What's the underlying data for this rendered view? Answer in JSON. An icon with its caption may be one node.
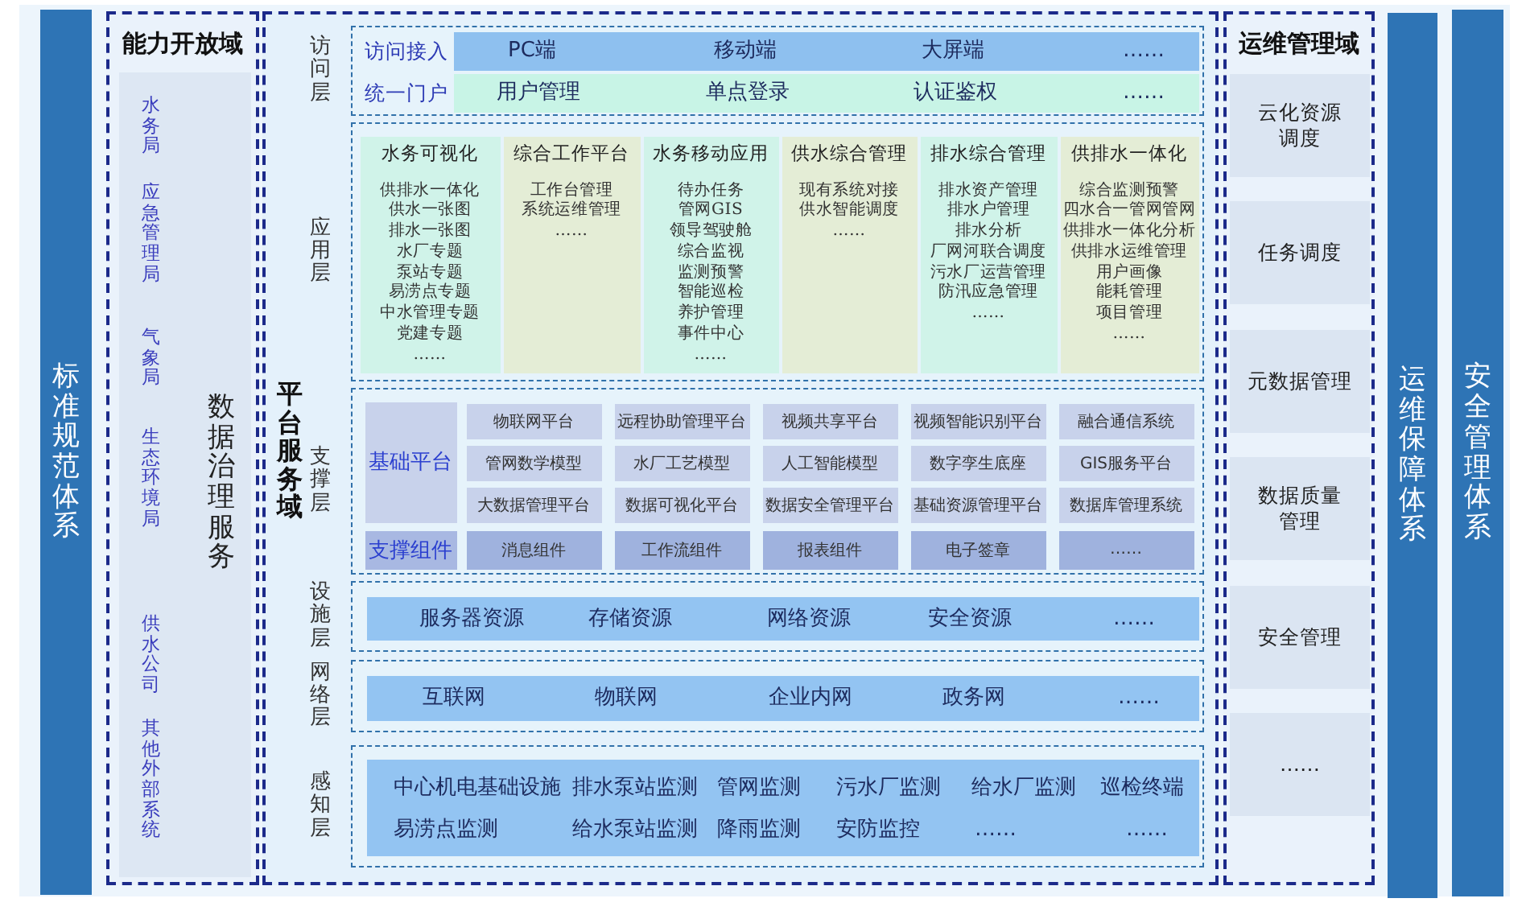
{
  "diagram": {
    "nodes": [
      {
        "text": [
          "标准规范体系"
        ]
      },
      {
        "text": [
          "能力开放域"
        ]
      },
      {
        "text": [
          "水务局",
          "应急管理局",
          "气象局",
          "生态环境局",
          "供水公司",
          "其他外部系统",
          "数据治理服务"
        ],
        "in": 1
      },
      {
        "text": [
          "平台服务域"
        ]
      },
      {
        "text": [
          "访问层"
        ],
        "in": 3
      },
      {
        "text": [
          "访问接入",
          "PC端",
          "移动端",
          "大屏端",
          "……"
        ],
        "in": 4
      },
      {
        "text": [
          "统一门户",
          "用户管理",
          "单点登录",
          "认证鉴权",
          "……"
        ],
        "in": 4
      },
      {
        "text": [
          "应用层"
        ],
        "in": 3
      },
      {
        "text": [
          "水务可视化",
          "供排水一体化",
          "供水一张图",
          "排水一张图",
          "水厂专题",
          "泵站专题",
          "易涝点专题",
          "中水管理专题",
          "党建专题",
          "……"
        ],
        "in": 7
      },
      {
        "text": [
          "综合工作平台",
          "工作台管理",
          "系统运维管理",
          "……"
        ],
        "in": 7
      },
      {
        "text": [
          "水务移动应用",
          "待办任务",
          "管网GIS",
          "领导驾驶舱",
          "综合监视",
          "监测预警",
          "智能巡检",
          "养护管理",
          "事件中心",
          "……"
        ],
        "in": 7
      },
      {
        "text": [
          "供水综合管理",
          "现有系统对接",
          "供水智能调度",
          "……"
        ],
        "in": 7
      },
      {
        "text": [
          "排水综合管理",
          "排水资产管理",
          "排水户管理",
          "排水分析",
          "厂网河联合调度",
          "污水厂运营管理",
          "防汛应急管理",
          "……"
        ],
        "in": 7
      },
      {
        "text": [
          "供排水一体化",
          "综合监测预警",
          "四水合一管网管网",
          "供排水一体化分析",
          "供排水运维管理",
          "用户画像",
          "能耗管理",
          "项目管理",
          "……"
        ],
        "in": 7
      },
      {
        "text": [
          "支撑层"
        ],
        "in": 3
      },
      {
        "text": [
          "基础平台"
        ],
        "in": 14
      },
      {
        "text": [
          "物联网平台"
        ],
        "in": 14
      },
      {
        "text": [
          "远程协助管理平台"
        ],
        "in": 14
      },
      {
        "text": [
          "视频共享平台"
        ],
        "in": 14
      },
      {
        "text": [
          "视频智能识别平台"
        ],
        "in": 14
      },
      {
        "text": [
          "融合通信系统"
        ],
        "in": 14
      },
      {
        "text": [
          "管网数学模型"
        ],
        "in": 14
      },
      {
        "text": [
          "水厂工艺模型"
        ],
        "in": 14
      },
      {
        "text": [
          "人工智能模型"
        ],
        "in": 14
      },
      {
        "text": [
          "数字孪生底座"
        ],
        "in": 14
      },
      {
        "text": [
          "GIS服务平台"
        ],
        "in": 14
      },
      {
        "text": [
          "大数据管理平台"
        ],
        "in": 14
      },
      {
        "text": [
          "数据可视化平台"
        ],
        "in": 14
      },
      {
        "text": [
          "数据安全管理平台"
        ],
        "in": 14
      },
      {
        "text": [
          "基础资源管理平台"
        ],
        "in": 14
      },
      {
        "text": [
          "数据库管理系统"
        ],
        "in": 14
      },
      {
        "text": [
          "支撑组件"
        ],
        "in": 14
      },
      {
        "text": [
          "消息组件"
        ],
        "in": 14
      },
      {
        "text": [
          "工作流组件"
        ],
        "in": 14
      },
      {
        "text": [
          "报表组件"
        ],
        "in": 14
      },
      {
        "text": [
          "电子签章"
        ],
        "in": 14
      },
      {
        "text": [
          "……"
        ],
        "in": 14
      },
      {
        "text": [
          "设施层"
        ],
        "in": 3
      },
      {
        "text": [
          "服务器资源",
          "存储资源",
          "网络资源",
          "安全资源",
          "……"
        ],
        "in": 37
      },
      {
        "text": [
          "网络层"
        ],
        "in": 3
      },
      {
        "text": [
          "互联网",
          "物联网",
          "企业内网",
          "政务网",
          "……"
        ],
        "in": 39
      },
      {
        "text": [
          "感知层"
        ],
        "in": 3
      },
      {
        "text": [
          "中心机电基础设施",
          "排水泵站监测",
          "管网监测",
          "污水厂监测",
          "给水厂监测",
          "巡检终端",
          "易涝点监测",
          "给水泵站监测",
          "降雨监测",
          "安防监控",
          "……",
          "……"
        ],
        "in": 41
      },
      {
        "text": [
          "运维管理域"
        ]
      },
      {
        "text": [
          "云化资源调度"
        ],
        "in": 43
      },
      {
        "text": [
          "任务调度"
        ],
        "in": 43
      },
      {
        "text": [
          "元数据管理"
        ],
        "in": 43
      },
      {
        "text": [
          "数据质量管理"
        ],
        "in": 43
      },
      {
        "text": [
          "安全管理"
        ],
        "in": 43
      },
      {
        "text": [
          "……"
        ],
        "in": 43
      },
      {
        "text": [
          "运维保障体系"
        ]
      },
      {
        "text": [
          "安全管理体系"
        ]
      }
    ]
  }
}
